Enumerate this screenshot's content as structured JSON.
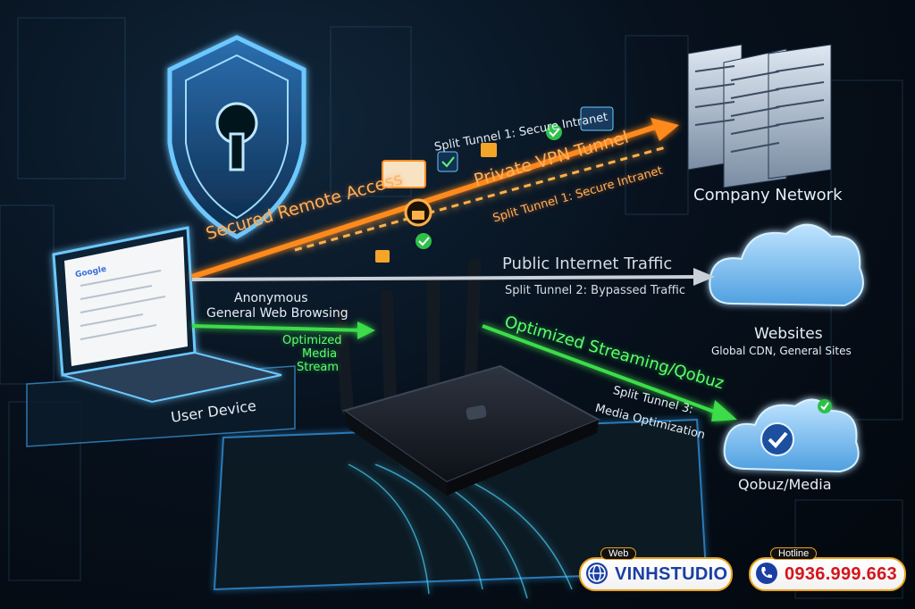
{
  "labels": {
    "secured_remote_access": "Secured Remote Access",
    "private_vpn_tunnel": "Private VPN Tunnel",
    "split_tunnel_1_top": "Split Tunnel 1: Secure Intranet",
    "split_tunnel_1_bottom": "Split Tunnel 1: Secure Intranet",
    "company_network": "Company Network",
    "public_internet_traffic": "Public Internet Traffic",
    "split_tunnel_2": "Split Tunnel 2: Bypassed Traffic",
    "anonymous_line1": "Anonymous",
    "anonymous_line2": "General Web Browsing",
    "optimized_media_line1": "Optimized",
    "optimized_media_line2": "Media",
    "optimized_media_line3": "Stream",
    "optimized_streaming": "Optimized Streaming/Qobuz",
    "split_tunnel_3_line1": "Split Tunnel 3:",
    "split_tunnel_3_line2": "Media Optimization",
    "websites": "Websites",
    "websites_sub": "Global CDN, General Sites",
    "user_device": "User Device",
    "qobuz_media": "Qobuz/Media"
  },
  "contact": {
    "web_caption": "Web",
    "web_value": "VINHSTUDIO",
    "hotline_caption": "Hotline",
    "hotline_value": "0936.999.663"
  },
  "browser": {
    "brand": "Google"
  },
  "colors": {
    "vpn_orange": "#ff8a1f",
    "media_green": "#3ddc4a",
    "public_grey": "#c9d0d8",
    "shield_blue": "#4fb6ff",
    "cloud_blue": "#7ec3f5",
    "badge_border": "#e9a21c"
  },
  "icons": [
    "shield-keyhole-icon",
    "padlock-icon",
    "check-icon",
    "server-rack-icon",
    "cloud-icon",
    "cloud-check-icon",
    "router-icon",
    "laptop-icon",
    "globe-icon",
    "phone-icon"
  ]
}
